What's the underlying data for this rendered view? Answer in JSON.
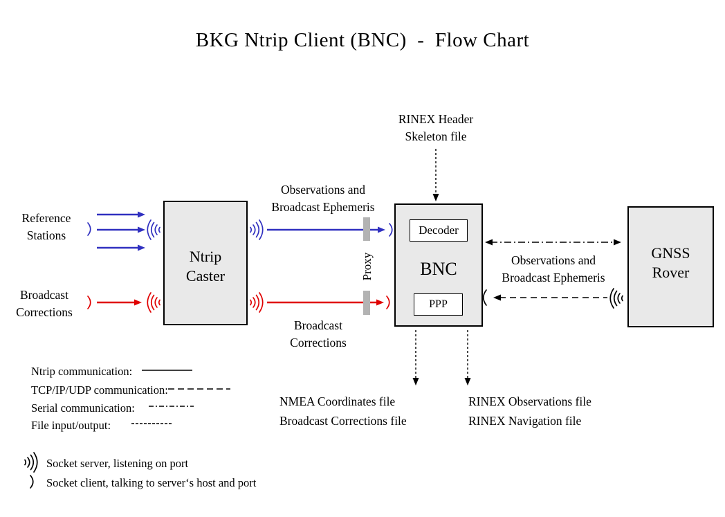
{
  "title": "BKG Ntrip Client (BNC)  -  Flow Chart",
  "colors": {
    "blue": "#3030c0",
    "red": "#e00000",
    "box-fill": "#e9e9e9",
    "box-border": "#000000",
    "proxy-bar": "#b3b3b3",
    "subbox-fill": "#ffffff",
    "text": "#000000"
  },
  "nodes": {
    "ntrip_caster": {
      "line1": "Ntrip",
      "line2": "Caster"
    },
    "bnc": {
      "label": "BNC",
      "decoder": "Decoder",
      "ppp": "PPP"
    },
    "gnss_rover": {
      "line1": "GNSS",
      "line2": "Rover"
    }
  },
  "labels": {
    "rinex_header": {
      "line1": "RINEX Header",
      "line2": "Skeleton file"
    },
    "reference_stations": {
      "line1": "Reference",
      "line2": "Stations"
    },
    "broadcast_corrections_left": {
      "line1": "Broadcast",
      "line2": "Corrections"
    },
    "obs_ephemeris_mid": {
      "line1": "Observations and",
      "line2": "Broadcast Ephemeris"
    },
    "broadcast_corrections_mid": {
      "line1": "Broadcast",
      "line2": "Corrections"
    },
    "obs_ephemeris_right": {
      "line1": "Observations and",
      "line2": "Broadcast Ephemeris"
    },
    "proxy": "Proxy"
  },
  "outputs": {
    "nmea": {
      "line1": "NMEA Coordinates file",
      "line2": "Broadcast Corrections file"
    },
    "rinex": {
      "line1": "RINEX Observations file",
      "line2": "RINEX Navigation file"
    }
  },
  "legend": {
    "ntrip": "Ntrip communication:",
    "tcp": "TCP/IP/UDP communication:",
    "serial": "Serial communication:",
    "file": "File input/output:",
    "socket_server": "Socket server, listening on port",
    "socket_client": "Socket client, talking to server‘s host and port"
  }
}
